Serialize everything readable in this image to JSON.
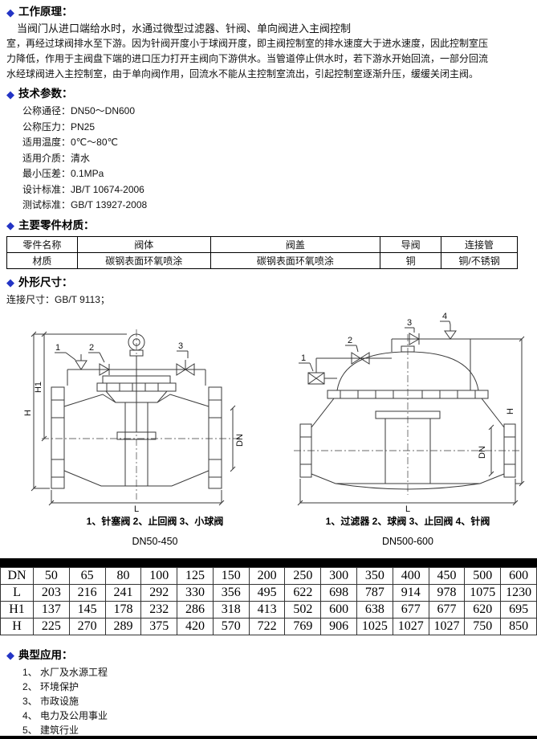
{
  "icons": {
    "diamond": "◆"
  },
  "colors": {
    "accent": "#2334c5",
    "bar": "#000000"
  },
  "sections": {
    "principle": {
      "title": "工作原理：",
      "lines": [
        "当阀门从进口端给水时，水通过微型过滤器、针阀、单向阀进入主阀控制",
        "室，再经过球阀排水至下游。因为针阀开度小于球阀开度，即主阀控制室的排水速度大于进水速度，因此控制室压",
        "力降低，作用于主阀盘下端的进口压力打开主阀向下游供水。当管道停止供水时，若下游水开始回流，一部分回流",
        "水经球阀进入主控制室，由于单向阀作用，回流水不能从主控制室流出，引起控制室逐渐升压，缓缓关闭主阀。"
      ]
    },
    "params": {
      "title": "技术参数：",
      "items": [
        "公称通径：DN50～DN600",
        "公称压力：PN25",
        "适用温度：0℃～80℃",
        "适用介质：清水",
        "最小压差：0.1MPa",
        "设计标准：JB/T 10674-2006",
        "测试标准：GB/T 13927-2008"
      ]
    },
    "materials": {
      "title": "主要零件材质：",
      "rows": [
        [
          "零件名称",
          "阀体",
          "阀盖",
          "导阀",
          "连接管"
        ],
        [
          "材质",
          "碳钢表面环氧喷涂",
          "碳钢表面环氧喷涂",
          "铜",
          "铜/不锈钢"
        ]
      ]
    },
    "dimensions": {
      "title": "外形尺寸：",
      "connection_note": "连接尺寸：GB/T 9113；",
      "figures": {
        "left": {
          "caption": "1、针塞阀  2、止回阀  3、小球阀",
          "label": "DN50-450",
          "callouts": [
            "1",
            "2",
            "3"
          ],
          "dims": {
            "h": "H",
            "h1": "H1",
            "l": "L",
            "dn": "DN"
          }
        },
        "right": {
          "caption": "1、过滤器  2、球阀  3、止回阀  4、针阀",
          "label": "DN500-600",
          "callouts": [
            "1",
            "2",
            "3",
            "4"
          ],
          "dims": {
            "dn": "DN",
            "h": "H",
            "l": "L"
          }
        }
      },
      "table_rows": [
        [
          "DN",
          "50",
          "65",
          "80",
          "100",
          "125",
          "150",
          "200",
          "250",
          "300",
          "350",
          "400",
          "450",
          "500",
          "600"
        ],
        [
          "L",
          "203",
          "216",
          "241",
          "292",
          "330",
          "356",
          "495",
          "622",
          "698",
          "787",
          "914",
          "978",
          "1075",
          "1230"
        ],
        [
          "H1",
          "137",
          "145",
          "178",
          "232",
          "286",
          "318",
          "413",
          "502",
          "600",
          "638",
          "677",
          "677",
          "620",
          "695"
        ],
        [
          "H",
          "225",
          "270",
          "289",
          "375",
          "420",
          "570",
          "722",
          "769",
          "906",
          "1025",
          "1027",
          "1027",
          "750",
          "850"
        ]
      ]
    },
    "applications": {
      "title": "典型应用：",
      "items": [
        "1、 水厂及水源工程",
        "2、 环境保护",
        "3、 市政设施",
        "4、 电力及公用事业",
        "5、 建筑行业"
      ]
    }
  }
}
